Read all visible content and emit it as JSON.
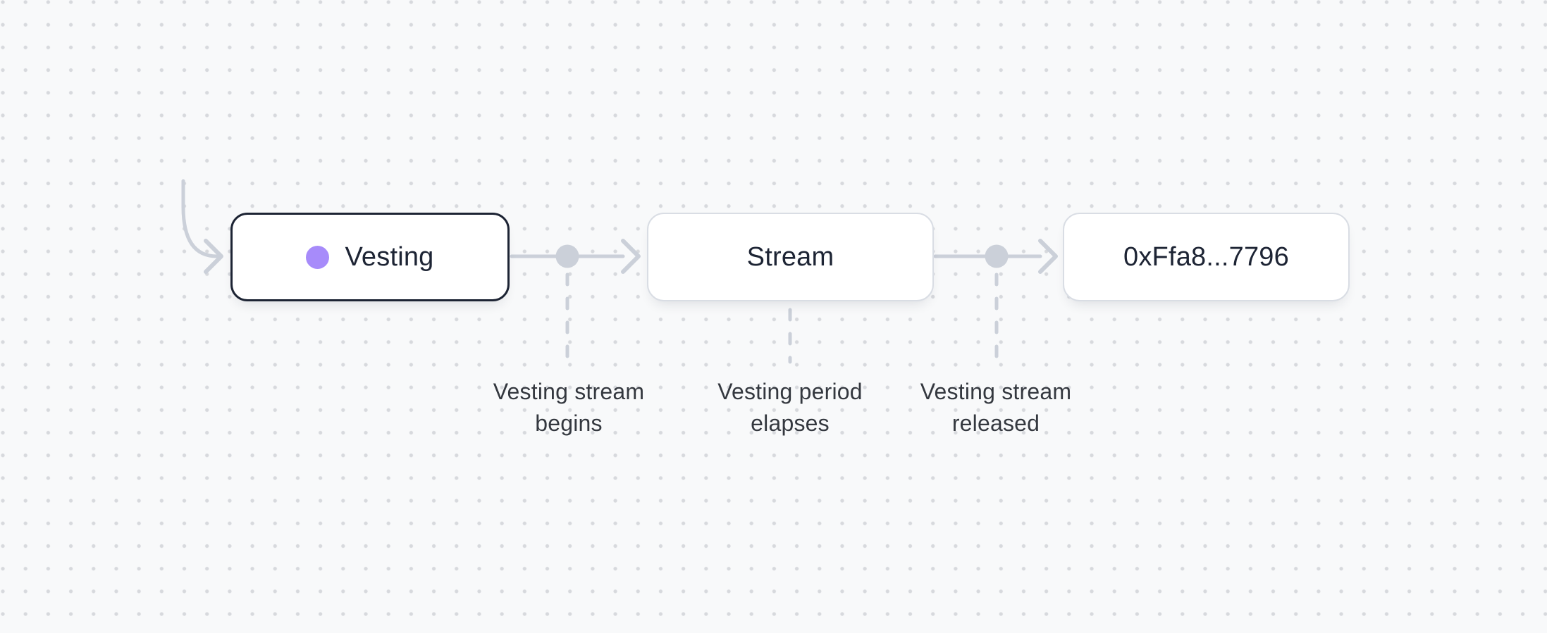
{
  "diagram": {
    "nodes": [
      {
        "id": "vesting",
        "label": "Vesting"
      },
      {
        "id": "stream",
        "label": "Stream"
      },
      {
        "id": "recipient",
        "label": "0xFfa8...7796"
      }
    ],
    "edge_annotations": [
      {
        "label": "Vesting stream\nbegins"
      },
      {
        "label": "Vesting period\nelapses"
      },
      {
        "label": "Vesting stream\nreleased"
      }
    ],
    "colors": {
      "background": "#f8f9fa",
      "grid_dot": "#d7d9dd",
      "connector": "#cbd0d9",
      "vesting_border": "#1d2434",
      "node_border": "#d9dde4",
      "node_text": "#1d2434",
      "annotation_text": "#34383f",
      "accent_purple": "#a78bfa"
    }
  }
}
